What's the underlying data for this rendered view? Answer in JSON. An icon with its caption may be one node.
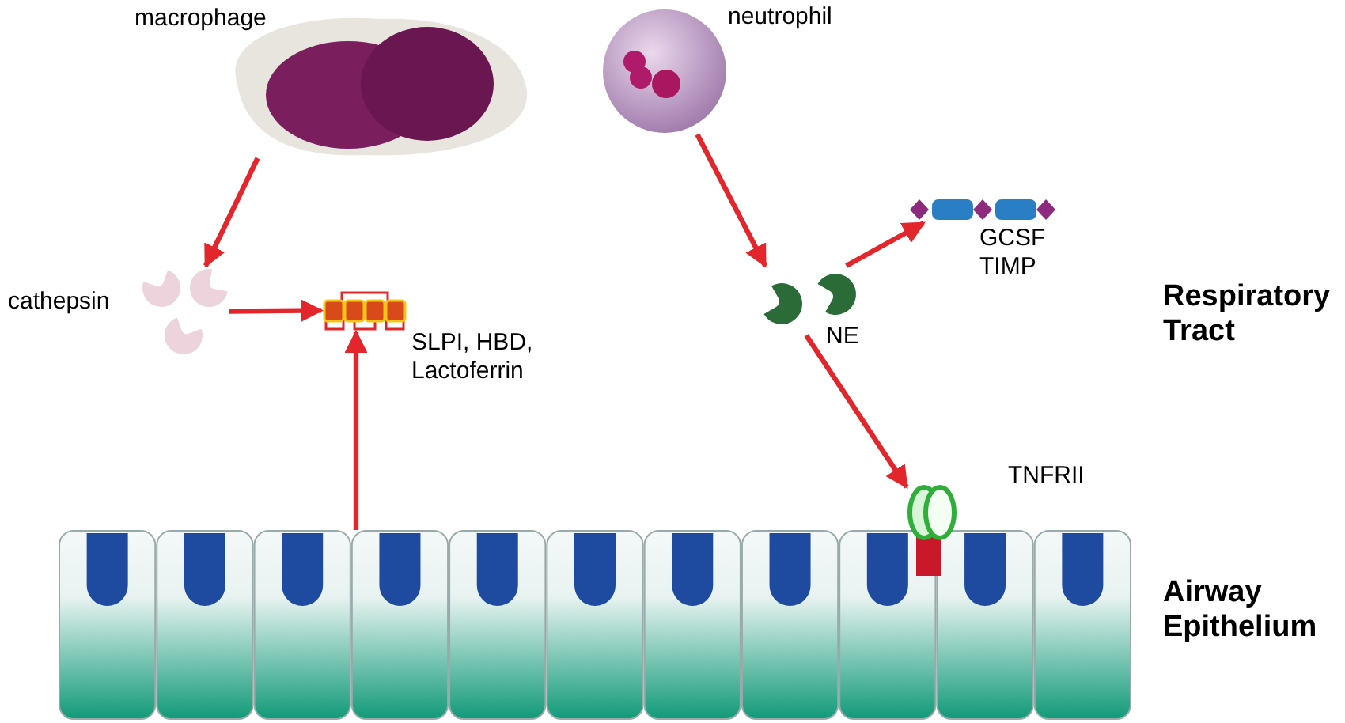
{
  "diagram": {
    "nodes": [
      {
        "text": [],
        "shape": "picture",
        "beside": [
          "macrophage"
        ]
      },
      {
        "text": [],
        "shape": "picture",
        "beside": [
          "neutrophil"
        ]
      },
      {
        "text": [],
        "shape": "picture",
        "beside": [
          "cathepsin"
        ]
      },
      {
        "text": [],
        "shape": "picture",
        "beside": [
          "SLPI, HBD, Lactoferrin"
        ]
      },
      {
        "text": [],
        "shape": "picture",
        "beside": [
          "NE"
        ]
      },
      {
        "text": [],
        "shape": "picture",
        "beside": [
          "GCSF TIMP"
        ]
      },
      {
        "text": [],
        "shape": "picture",
        "beside": [
          "TNFRII"
        ]
      },
      {
        "text": [],
        "shape": "picture",
        "beside": [
          "Airway Epithelium"
        ]
      }
    ],
    "edges": [
      {
        "from": 0,
        "to": 2,
        "arrow": "to"
      },
      {
        "from": 2,
        "to": 3,
        "arrow": "to"
      },
      {
        "from": 7,
        "to": 3,
        "arrow": "to"
      },
      {
        "from": 1,
        "to": 4,
        "arrow": "to"
      },
      {
        "from": 4,
        "to": 5,
        "arrow": "to"
      },
      {
        "from": 4,
        "to": 6,
        "arrow": "to"
      }
    ],
    "labels": [
      "Respiratory Tract"
    ]
  }
}
